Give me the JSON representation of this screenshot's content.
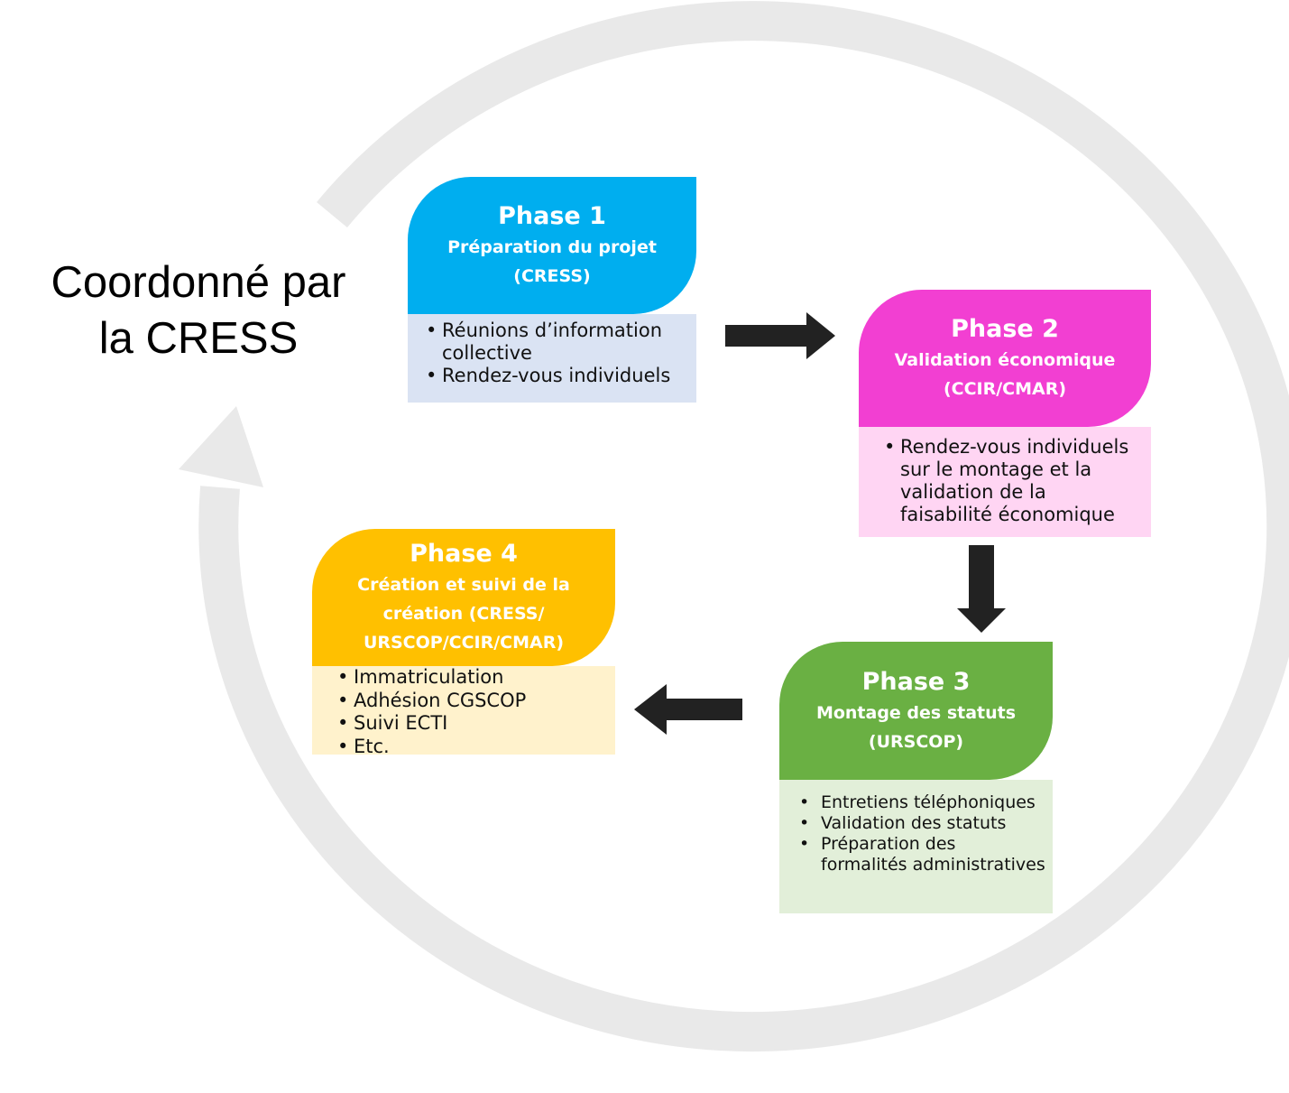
{
  "title": {
    "line1": "Coordonné par",
    "line2": "la CRESS"
  },
  "phases": [
    {
      "title": "Phase 1",
      "subtitle_lines": [
        "Préparation du projet",
        "(CRESS)"
      ],
      "items": [
        "Réunions d’information collective",
        "Rendez-vous individuels"
      ],
      "color": "#00aeef",
      "body_color": "#dae3f3"
    },
    {
      "title": "Phase 2",
      "subtitle_lines": [
        "Validation économique",
        "(CCIR/CMAR)"
      ],
      "items": [
        "Rendez-vous individuels sur le montage et la validation de la faisabilité économique"
      ],
      "color": "#f23fd2",
      "body_color": "#ffd5f3"
    },
    {
      "title": "Phase 3",
      "subtitle_lines": [
        "Montage des statuts",
        "(URSCOP)"
      ],
      "items": [
        "Entretiens téléphoniques",
        "Validation des statuts",
        "Préparation des formalités administratives"
      ],
      "color": "#6ab043",
      "body_color": "#e2efd9"
    },
    {
      "title": "Phase 4",
      "subtitle_lines": [
        "Création et suivi de la",
        "création (CRESS/",
        "URSCOP/CCIR/CMAR)"
      ],
      "items": [
        "Immatriculation",
        "Adhésion CGSCOP",
        "Suivi ECTI",
        "Etc."
      ],
      "color": "#ffc000",
      "body_color": "#fff2cc"
    }
  ],
  "colors": {
    "cycle_ring": "#e8e8e8",
    "connector_arrow": "#222222"
  },
  "icons": [
    "cycle-arrow-icon",
    "arrow-right-icon",
    "arrow-down-icon",
    "arrow-left-icon"
  ]
}
